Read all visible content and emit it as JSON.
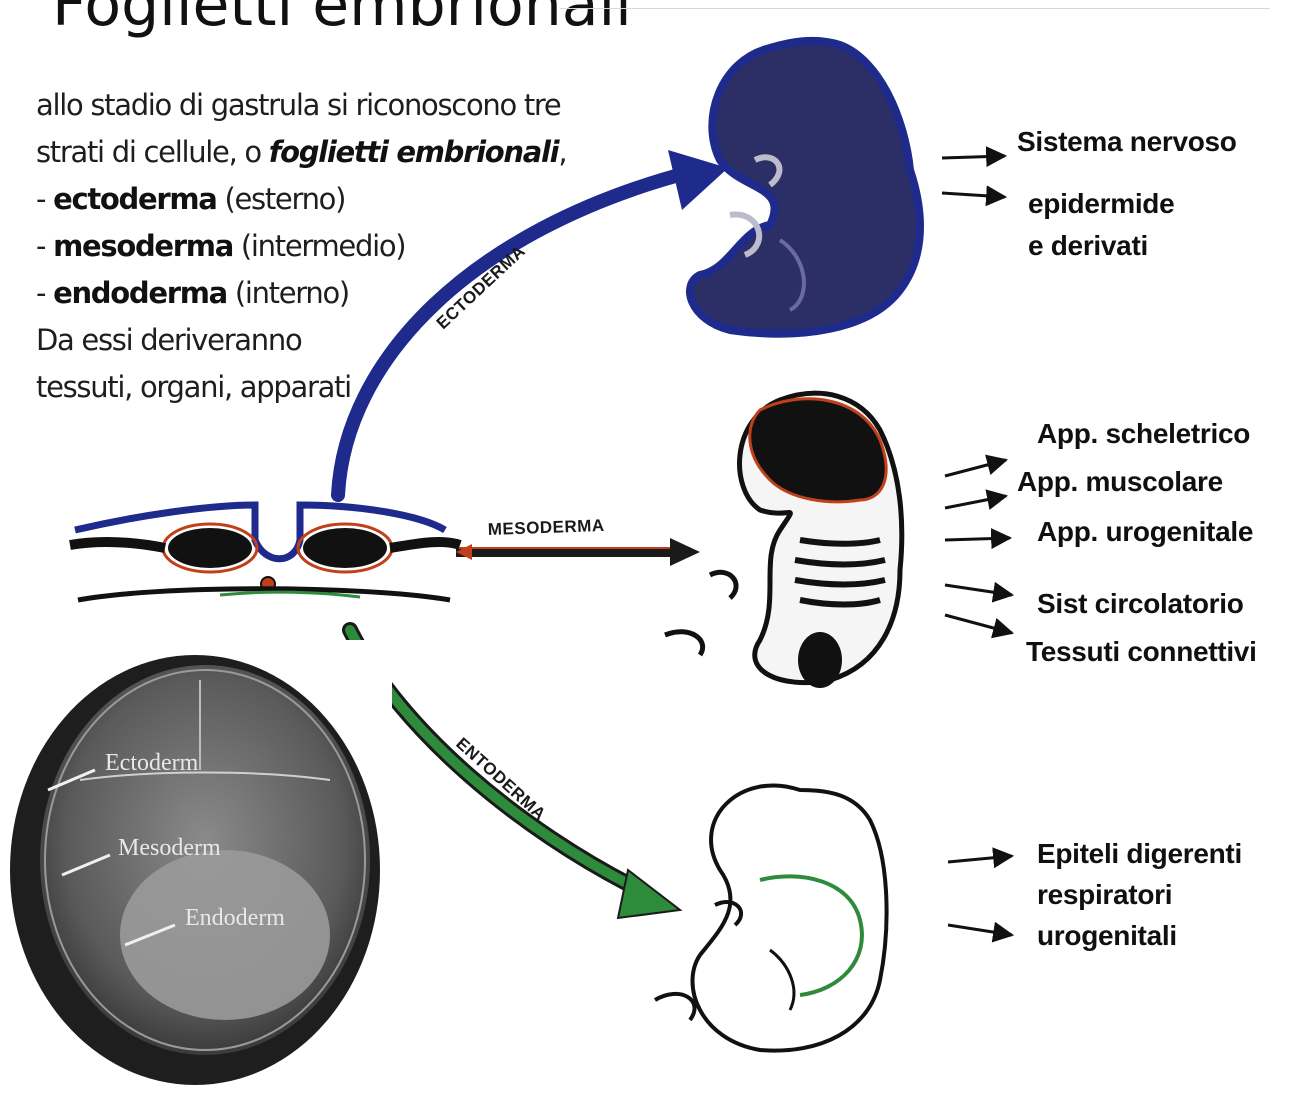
{
  "title": "Foglietti embrionali",
  "intro": {
    "line1": "allo stadio di gastrula si riconoscono tre",
    "line2_prefix": "strati di cellule, o ",
    "line2_emph": "foglietti embrionali",
    "line2_suffix": ",",
    "items": [
      {
        "dash": "- ",
        "term": "ectoderma",
        "note": " (esterno)"
      },
      {
        "dash": "- ",
        "term": "mesoderma",
        "note": " (intermedio)"
      },
      {
        "dash": "- ",
        "term": "endoderma",
        "note": " (interno)"
      }
    ],
    "line6": "Da essi deriveranno",
    "line7": "tessuti, organi, apparati"
  },
  "pathways": {
    "ectoderma": "ECTODERMA",
    "mesoderma": "MESODERMA",
    "entoderma": "ENTODERMA"
  },
  "outputs": {
    "ectoderm": [
      "Sistema nervoso",
      "epidermide",
      "e derivati"
    ],
    "mesoderm": [
      "App. scheletrico",
      "App. muscolare",
      "App. urogenitale",
      "Sist circolatorio",
      "Tessuti connettivi"
    ],
    "endoderm": [
      "Epiteli digerenti",
      "respiratori",
      "urogenitali"
    ]
  },
  "micrograph": {
    "labels": [
      "Ectoderm",
      "Mesoderm",
      "Endoderm"
    ]
  },
  "colors": {
    "ectoderm": "#1e2a8c",
    "mesoderm": "#c0401c",
    "endoderm": "#2e8b3c"
  }
}
